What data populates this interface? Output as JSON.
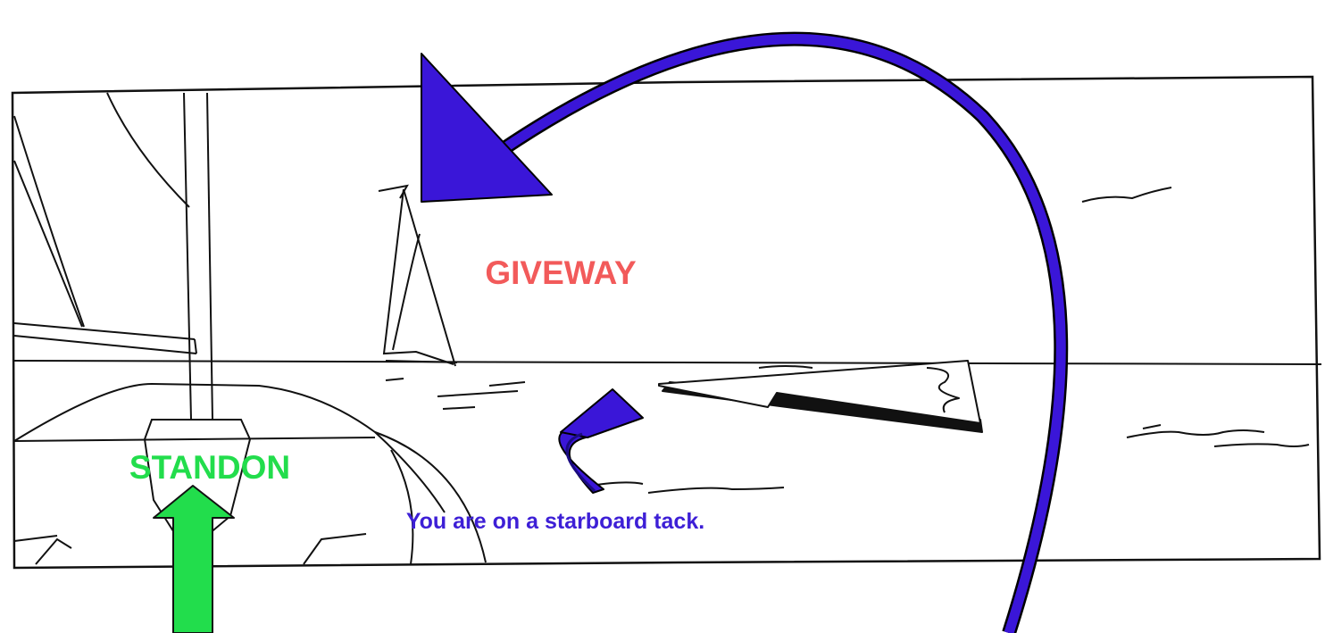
{
  "labels": {
    "giveway": "GIVEWAY",
    "standon": "STANDON",
    "caption": "You are on a starboard tack."
  },
  "colors": {
    "giveway": "#f25a5a",
    "standon": "#22dd4c",
    "caption": "#3d1fd6",
    "arrow_blue": "#3a16d8",
    "arrow_green": "#22dd4c",
    "ink": "#111111"
  }
}
